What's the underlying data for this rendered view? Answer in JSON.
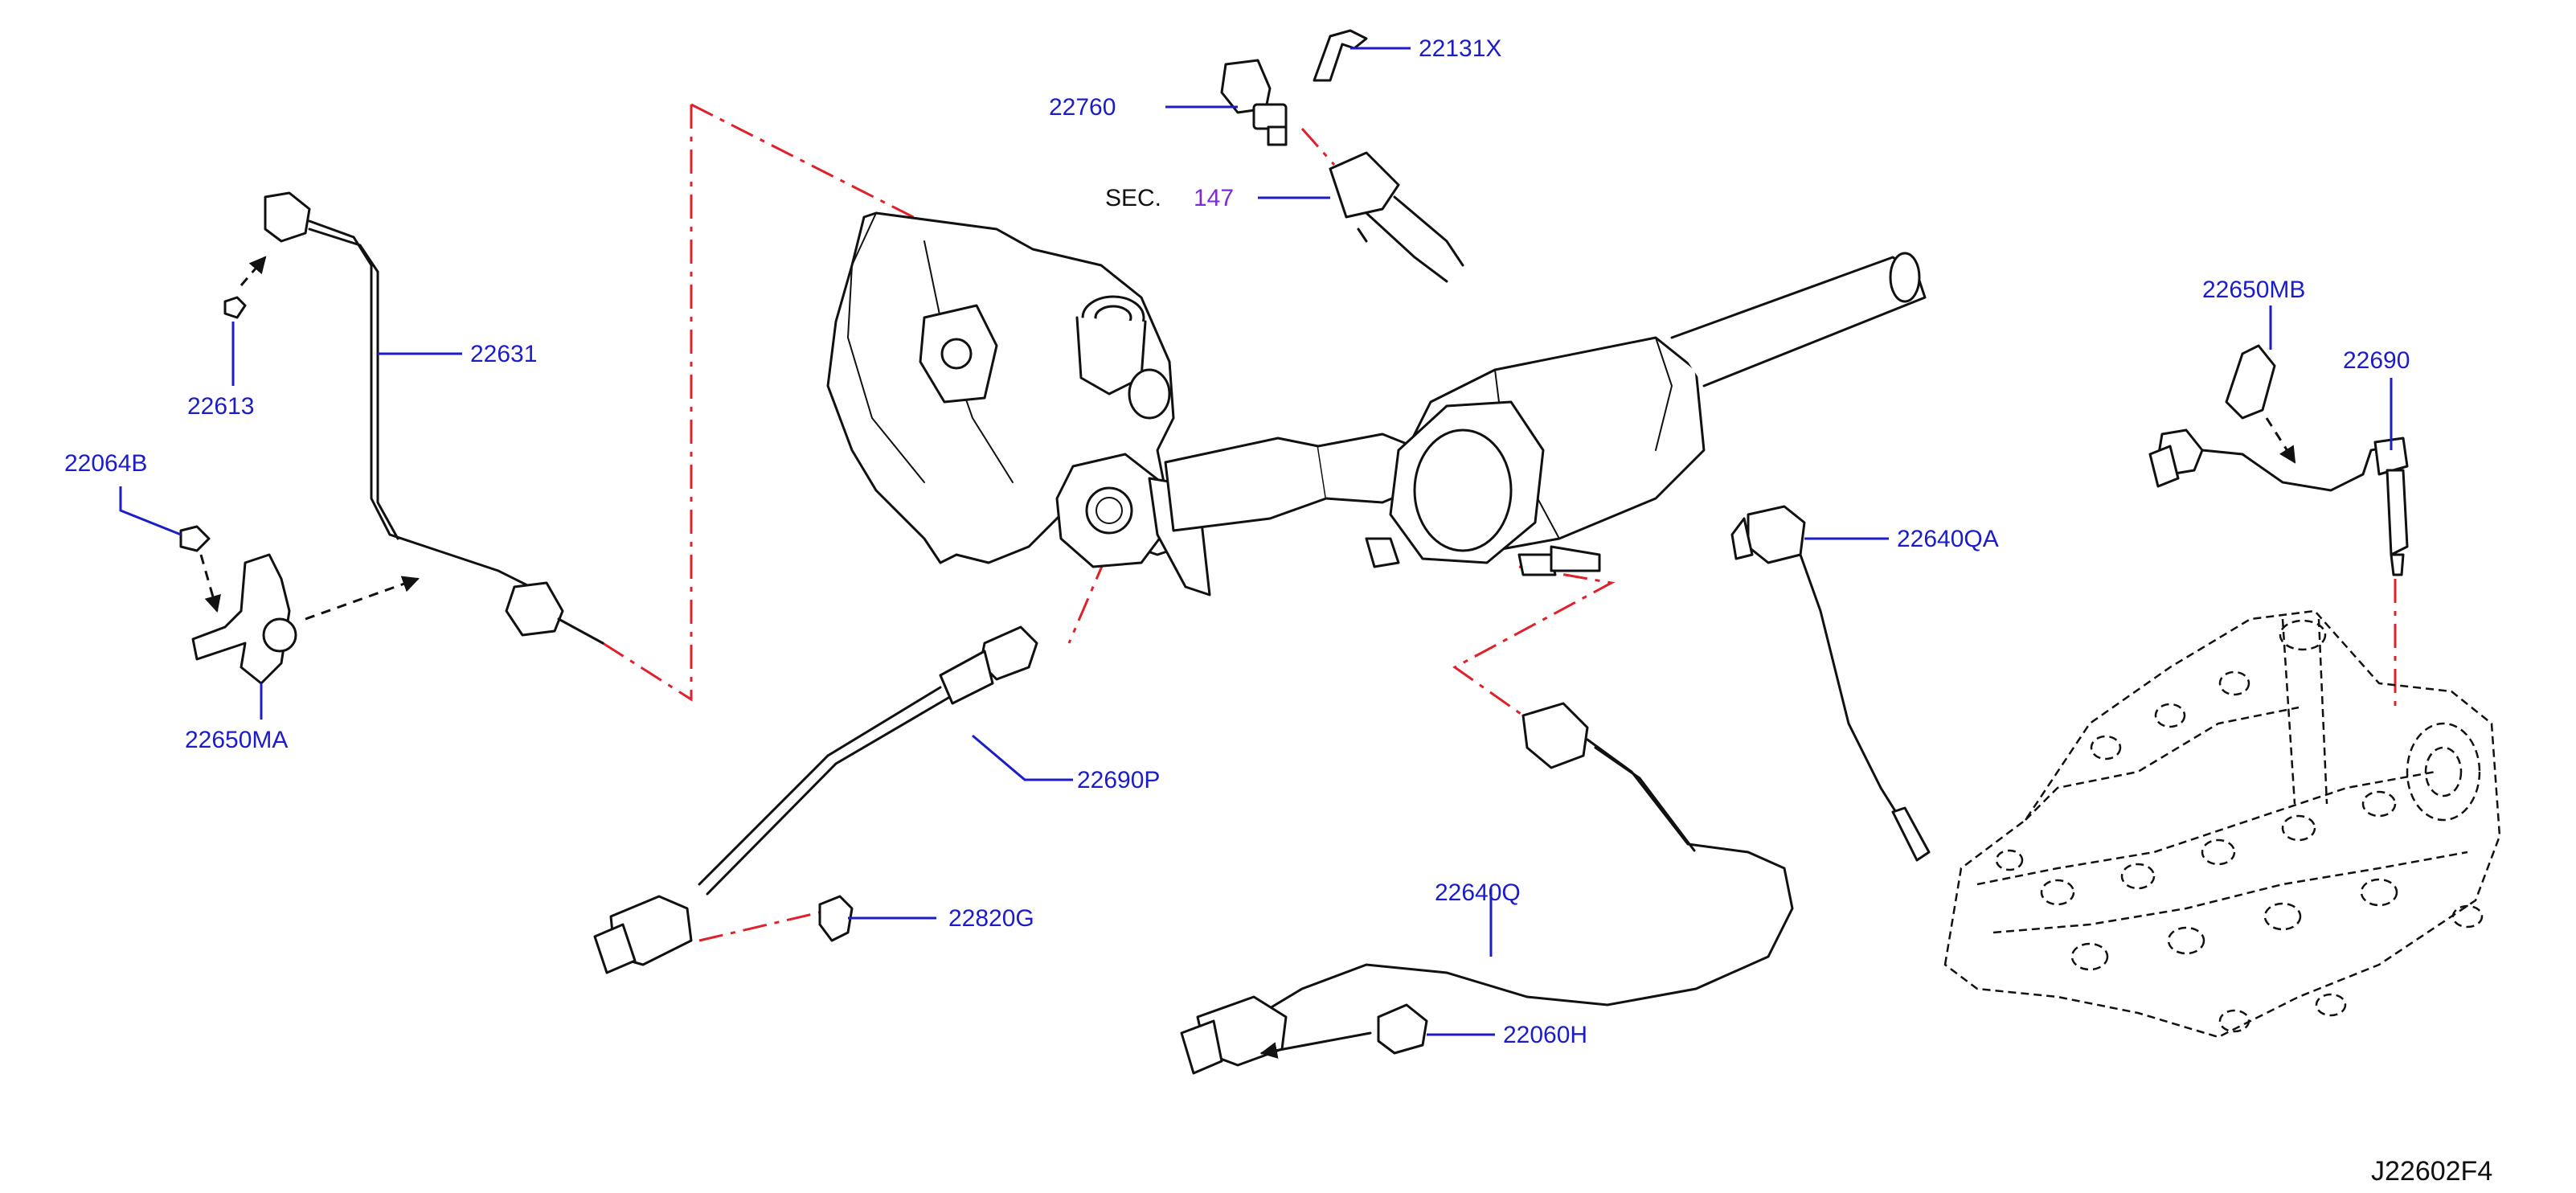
{
  "labels": {
    "p22131X": "22131X",
    "p22760": "22760",
    "sec_prefix": "SEC.",
    "sec_number": "147",
    "p22631": "22631",
    "p22613": "22613",
    "p22064B": "22064B",
    "p22650MA": "22650MA",
    "p22690P": "22690P",
    "p22820G": "22820G",
    "p22640Q": "22640Q",
    "p22060H": "22060H",
    "p22640QA": "22640QA",
    "p22650MB": "22650MB",
    "p22690": "22690"
  },
  "diagram_code": "J22602F4",
  "colors": {
    "label_blue": "#1c1cc8",
    "section_purple": "#7a2ad6",
    "centerline_red": "#e0202a",
    "line_black": "#111111"
  }
}
